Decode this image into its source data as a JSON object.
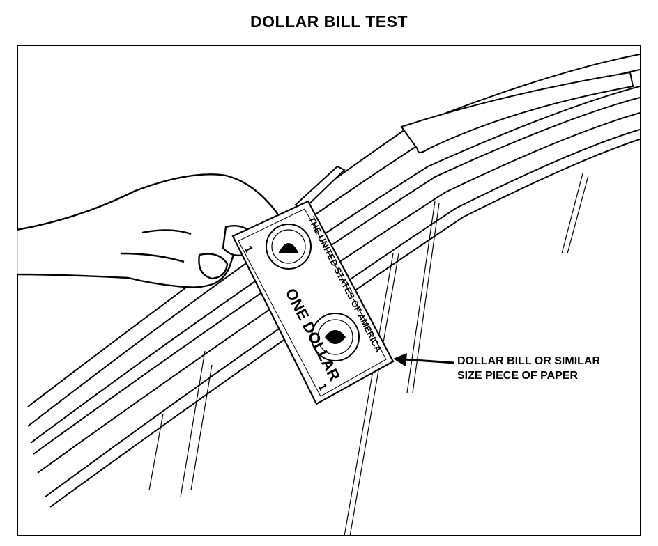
{
  "title": "DOLLAR BILL TEST",
  "callout": {
    "line1": "DOLLAR BILL OR SIMILAR",
    "line2": "SIZE PIECE OF PAPER"
  },
  "bill": {
    "upper_text": "THE UNITED STATES OF AMERICA",
    "center_text": "ONE DOLLAR",
    "denomination": "1"
  }
}
